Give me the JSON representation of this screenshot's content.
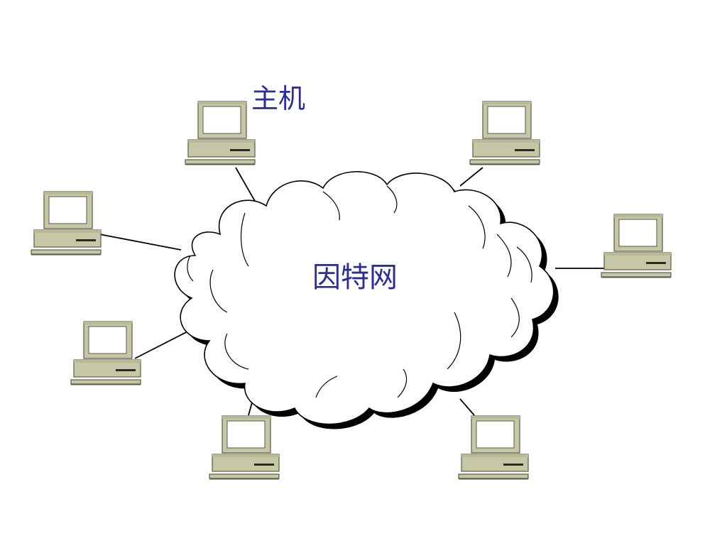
{
  "diagram": {
    "host_label": "主机",
    "internet_label": "因特网",
    "label_color": "#2e2e8f",
    "computer_colors": {
      "body": "#c6c7a6",
      "body_dark": "#a8a986",
      "screen_bg": "#ffffff",
      "outline": "#4a4a3a"
    },
    "cloud_colors": {
      "fill": "#ffffff",
      "stroke": "#000000",
      "shadow": "#000000"
    },
    "computers": [
      {
        "id": "top-left"
      },
      {
        "id": "top-right"
      },
      {
        "id": "left-upper"
      },
      {
        "id": "right"
      },
      {
        "id": "left-lower"
      },
      {
        "id": "bottom-left"
      },
      {
        "id": "bottom-right"
      }
    ]
  }
}
